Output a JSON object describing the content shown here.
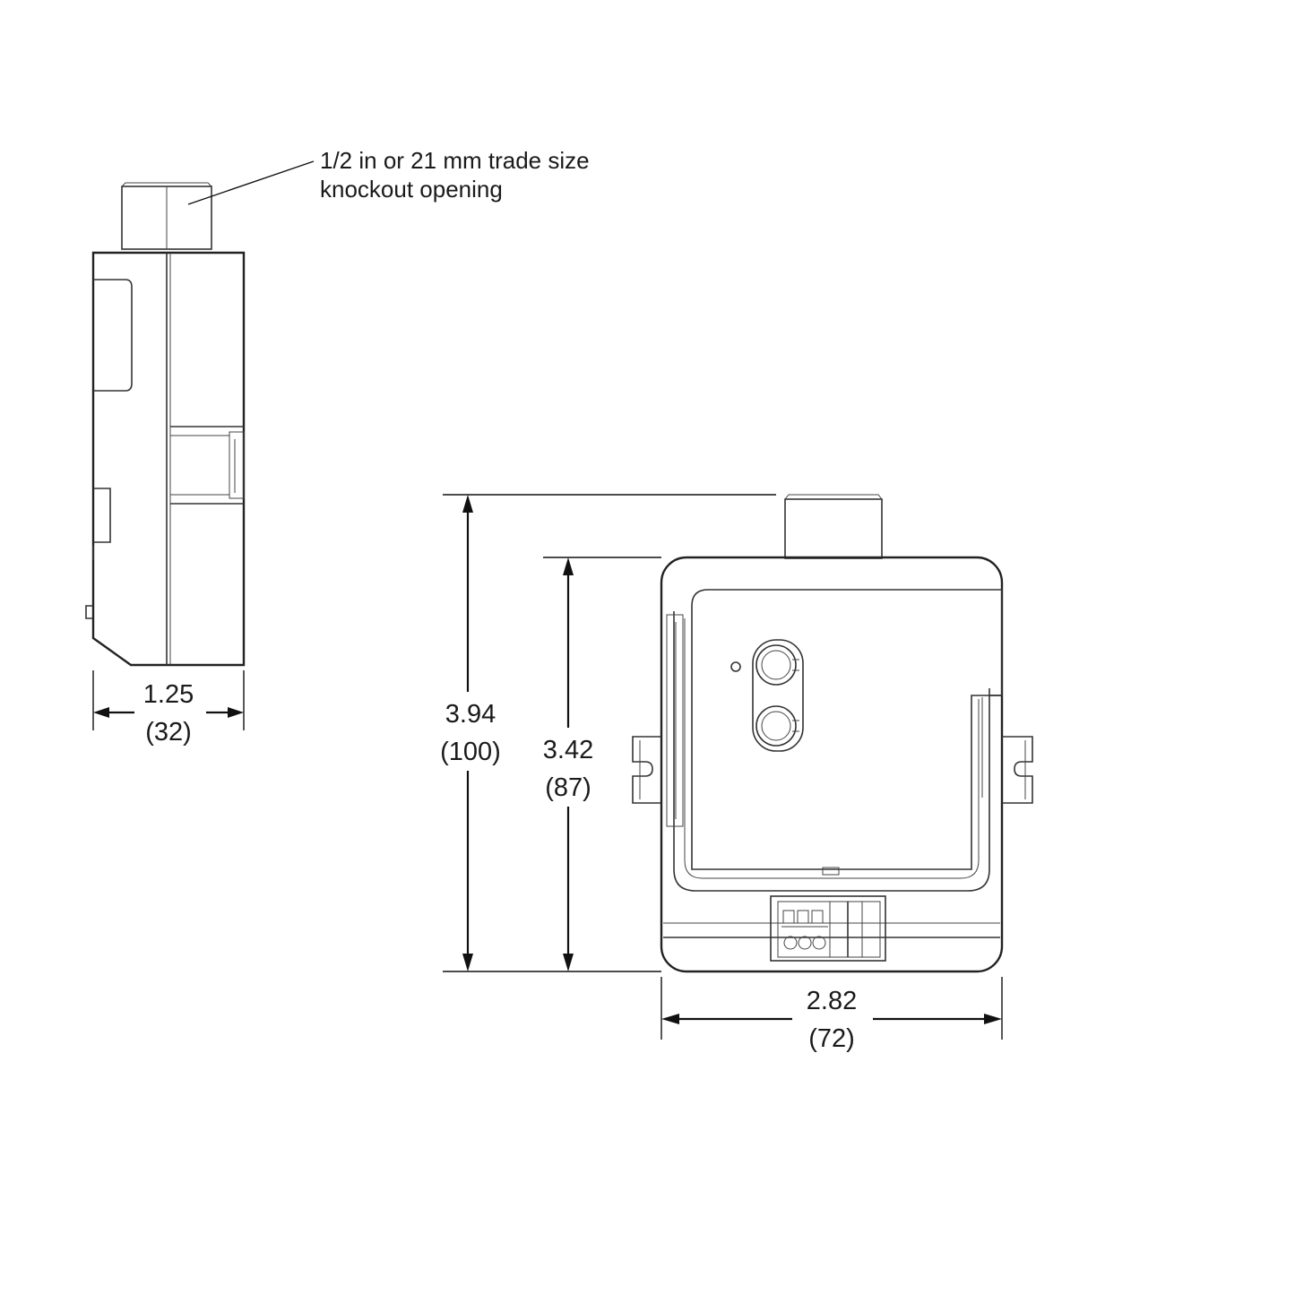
{
  "callout": {
    "line1": "1/2 in or 21 mm trade size",
    "line2": "knockout opening"
  },
  "dimensions": {
    "side_width": {
      "in": "1.25",
      "mm": "(32)"
    },
    "overall_height": {
      "in": "3.94",
      "mm": "(100)"
    },
    "body_height": {
      "in": "3.42",
      "mm": "(87)"
    },
    "front_width": {
      "in": "2.82",
      "mm": "(72)"
    }
  },
  "colors": {
    "line": "#222222",
    "background": "#ffffff"
  }
}
